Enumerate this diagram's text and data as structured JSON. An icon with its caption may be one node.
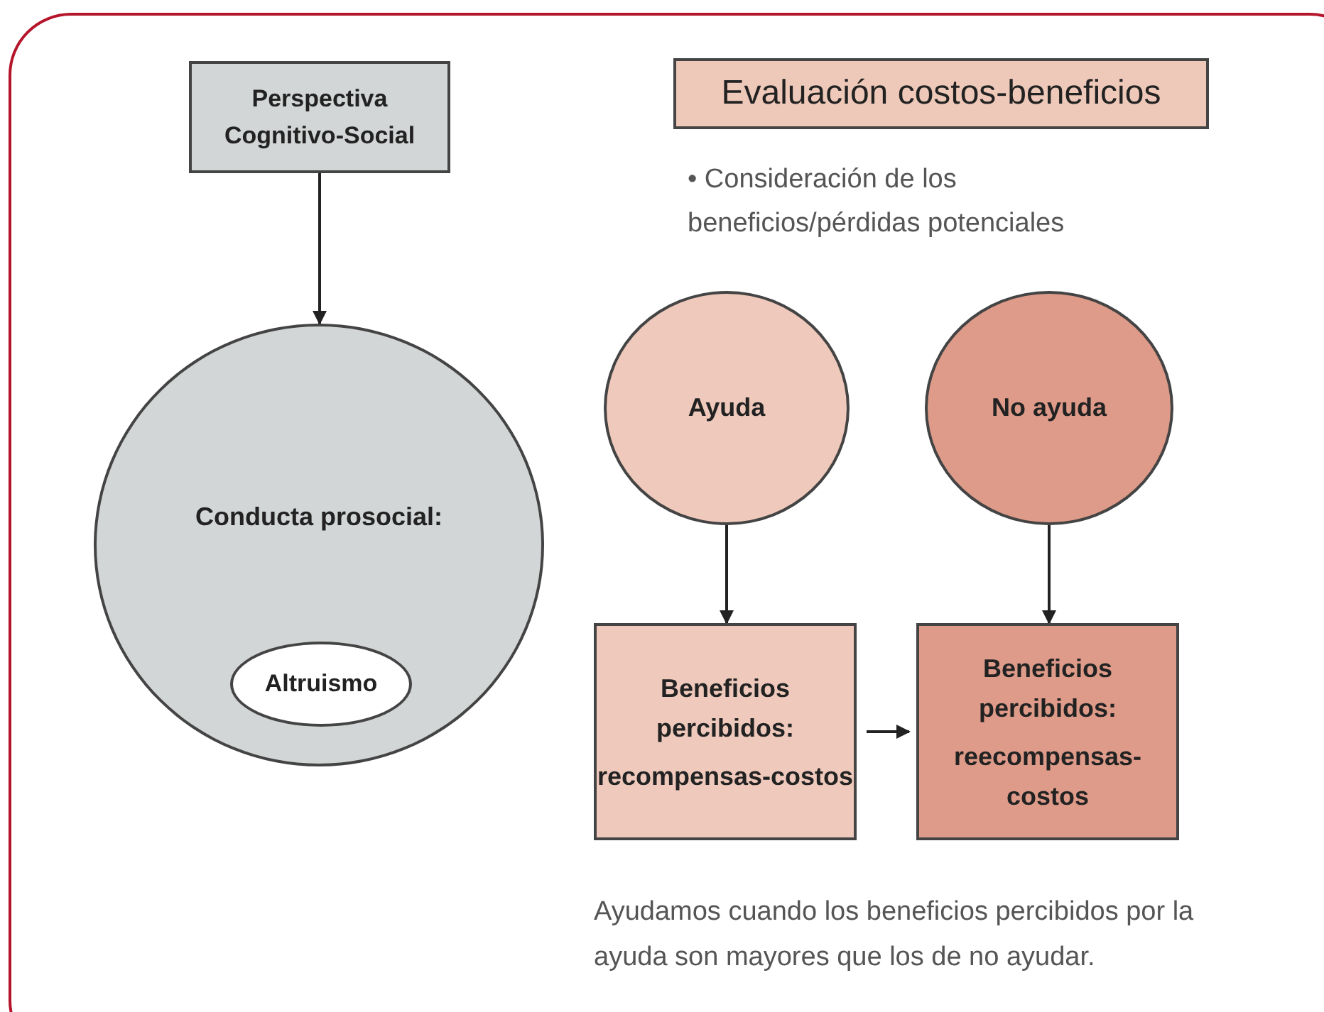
{
  "diagram": {
    "nodes": [
      {
        "text": [
          "Perspectiva Cognitivo-Social"
        ]
      },
      {
        "text": [
          "Conducta prosocial:"
        ]
      },
      {
        "text": [
          "Altruismo"
        ],
        "in": 1
      },
      {
        "text": [
          "Evaluación costos-beneficios"
        ]
      },
      {
        "text": [
          "Ayuda"
        ]
      },
      {
        "text": [
          "No ayuda"
        ]
      },
      {
        "text": [
          "Beneficios percibidos:",
          "recompensas-costos"
        ]
      },
      {
        "text": [
          "Beneficios percibidos:",
          "reecompensas-costos"
        ]
      }
    ],
    "edges": [
      {
        "from": 0,
        "to": 1,
        "arrow": "to"
      },
      {
        "from": 4,
        "to": 6,
        "arrow": "to"
      },
      {
        "from": 5,
        "to": 7,
        "arrow": "to"
      },
      {
        "from": 6,
        "to": 7,
        "arrow": "to"
      }
    ],
    "labels": [
      "• Consideración de los beneficios/pérdidas potenciales",
      "Ayudamos cuando los beneficios percibidos por la ayuda son mayores que los de no ayudar."
    ]
  }
}
